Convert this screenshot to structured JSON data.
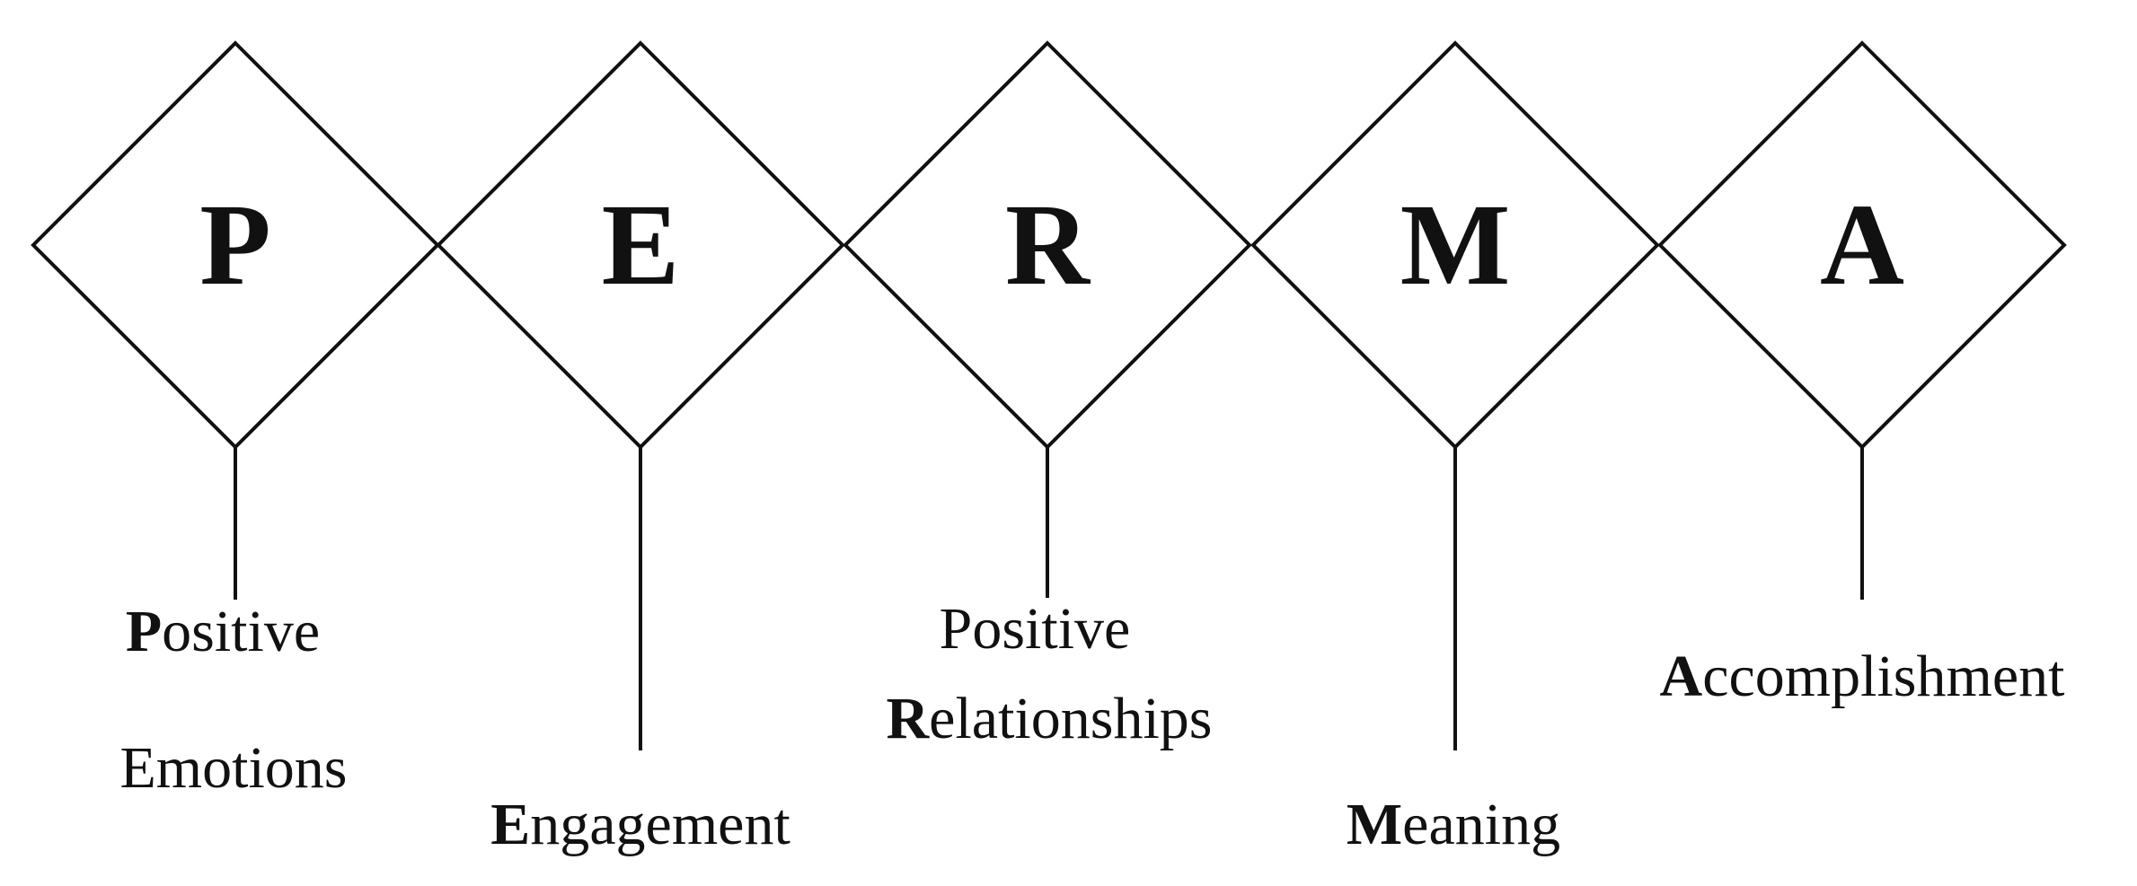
{
  "diagram": {
    "title": "",
    "pillars": [
      {
        "letter": "P",
        "label_lines": [
          {
            "initial": "P",
            "rest": "ositive"
          },
          {
            "initial": "",
            "rest": "Emotions"
          }
        ]
      },
      {
        "letter": "E",
        "label_lines": [
          {
            "initial": "E",
            "rest": "ngagement"
          }
        ]
      },
      {
        "letter": "R",
        "label_lines": [
          {
            "initial": "",
            "rest": "Positive"
          },
          {
            "initial": "R",
            "rest": "elationships"
          }
        ]
      },
      {
        "letter": "M",
        "label_lines": [
          {
            "initial": "M",
            "rest": "eaning"
          }
        ]
      },
      {
        "letter": "A",
        "label_lines": [
          {
            "initial": "A",
            "rest": "ccomplishment"
          }
        ]
      }
    ]
  }
}
